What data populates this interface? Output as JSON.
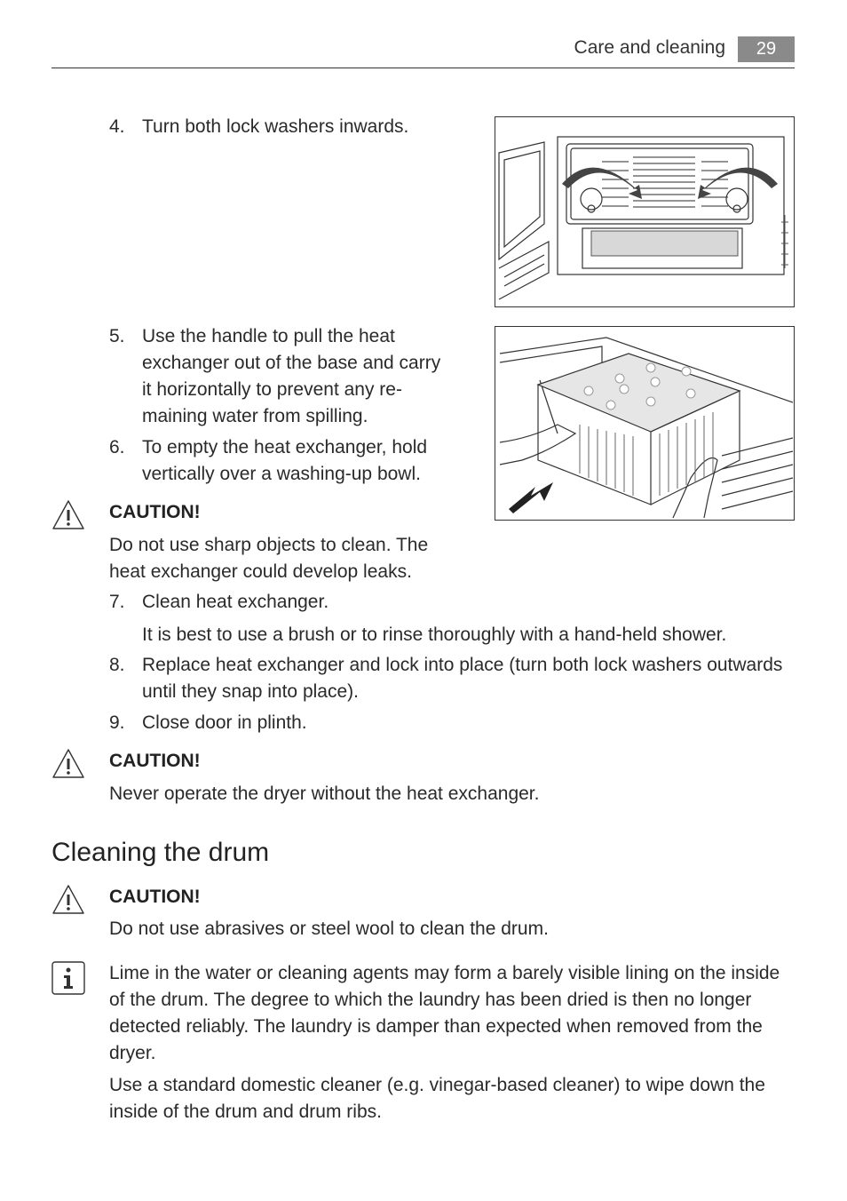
{
  "header": {
    "title": "Care and cleaning",
    "page_number": "29"
  },
  "steps": {
    "step4": {
      "number": "4.",
      "text": "Turn both lock washers inwards."
    },
    "step5": {
      "number": "5.",
      "lines": [
        "Use the handle to pull the heat",
        "exchanger out of the base and carry",
        "it horizontally to prevent any re-",
        "maining water from spilling."
      ]
    },
    "step6": {
      "number": "6.",
      "lines": [
        "To empty the heat exchanger, hold",
        "vertically over a washing-up bowl."
      ]
    },
    "step7": {
      "number": "7.",
      "text": "Clean heat exchanger.",
      "note": "It is best to use a brush or to rinse thoroughly with a hand-held shower."
    },
    "step8": {
      "number": "8.",
      "lines": [
        "Replace heat exchanger and lock into place (turn both lock washers outwards",
        "until they snap into place)."
      ]
    },
    "step9": {
      "number": "9.",
      "text": "Close door in plinth."
    }
  },
  "caution1": {
    "label": "CAUTION!",
    "lines": [
      "Do not use sharp objects to clean. The",
      "heat exchanger could develop leaks."
    ]
  },
  "caution2": {
    "label": "CAUTION!",
    "text": "Never operate the dryer without the heat exchanger."
  },
  "drum_section": {
    "heading": "Cleaning the drum",
    "caution": {
      "label": "CAUTION!",
      "text": "Do not use abrasives or steel wool to clean the drum."
    },
    "info_lines": [
      "Lime in the water or cleaning agents may form a barely visible lining on the inside",
      "of the drum. The degree to which the laundry has been dried is then no longer",
      "detected reliably. The laundry is damper than expected when removed from the",
      "dryer."
    ],
    "tip_lines": [
      "Use a standard domestic cleaner (e.g. vinegar-based cleaner) to wipe down the",
      "inside of the drum and drum ribs."
    ]
  }
}
